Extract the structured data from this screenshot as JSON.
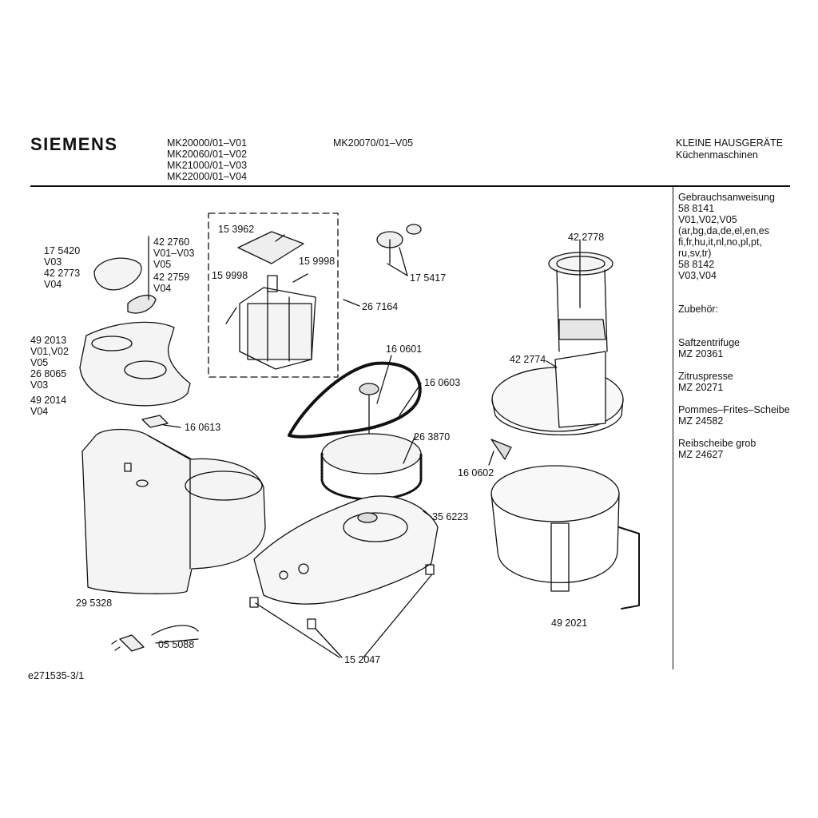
{
  "brand": "SIEMENS",
  "header": {
    "models_left": [
      "MK20000/01–V01",
      "MK20060/01–V02",
      "MK21000/01–V03",
      "MK22000/01–V04"
    ],
    "model_mid": "MK20070/01–V05",
    "category": "KLEINE HAUSGERÄTE",
    "subcategory": "Küchenmaschinen"
  },
  "sidebar": {
    "manual_title": "Gebrauchsanweisung",
    "manual_lines": [
      "58 8141",
      "V01,V02,V05",
      "(ar,bg,da,de,el,en,es",
      "fi,fr,hu,it,nl,no,pl,pt,",
      "ru,sv,tr)",
      "58 8142",
      "V03,V04"
    ],
    "accessories_title": "Zubehör:",
    "accessories": [
      {
        "name": "Saftzentrifuge",
        "code": "MZ 20361"
      },
      {
        "name": "Zitruspresse",
        "code": "MZ 20271"
      },
      {
        "name": "Pommes–Frites–Scheibe",
        "code": "MZ 24582"
      },
      {
        "name": "Reibscheibe grob",
        "code": "MZ 24627"
      }
    ]
  },
  "parts": {
    "p175420": "17 5420",
    "v03a": "V03",
    "p422773": "42 2773",
    "v04a": "V04",
    "p422760": "42 2760",
    "v01v03": "V01–V03",
    "v05a": "V05",
    "p422759": "42 2759",
    "v04b": "V04",
    "p153962": "15 3962",
    "p159998a": "15 9998",
    "p159998b": "15 9998",
    "p267164": "26 7164",
    "p175417": "17 5417",
    "p422778": "42 2778",
    "p492013": "49 2013",
    "v0102": "V01,V02",
    "v05b": "V05",
    "p268065": "26 8065",
    "v03b": "V03",
    "p492014": "49 2014",
    "v04c": "V04",
    "p160601": "16 0601",
    "p160603": "16 0603",
    "p422774": "42 2774",
    "p160613": "16 0613",
    "p263870": "26 3870",
    "p160602": "16 0602",
    "p356223": "35 6223",
    "p295328": "29 5328",
    "p492021": "49 2021",
    "p055088": "05 5088",
    "p152047": "15 2047"
  },
  "footer": {
    "doc_id": "e271535-3/1"
  }
}
